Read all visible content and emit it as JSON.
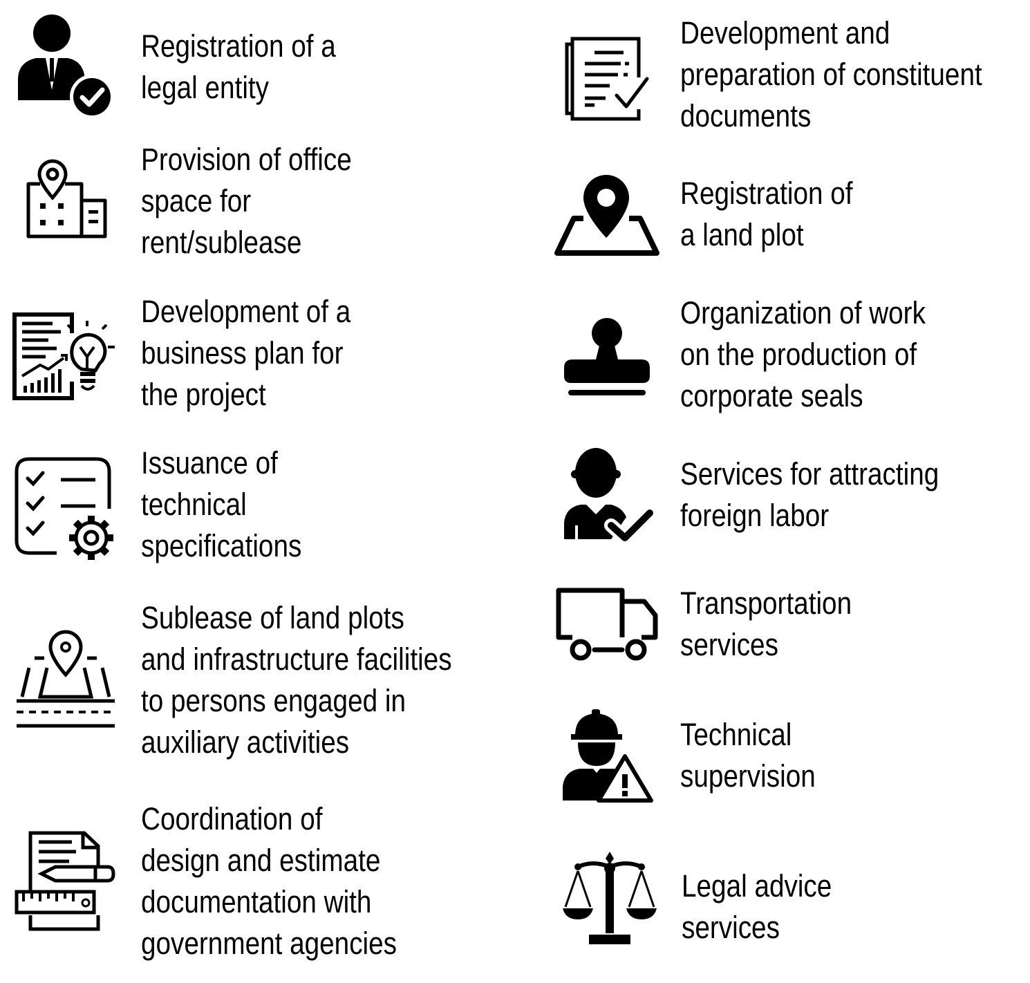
{
  "services": {
    "left": [
      {
        "icon": "person-checkmark-icon",
        "lines": [
          "Registration of a",
          "legal entity"
        ]
      },
      {
        "icon": "office-building-location-icon",
        "lines": [
          "Provision of office",
          "space for",
          "rent/sublease"
        ]
      },
      {
        "icon": "business-plan-lightbulb-icon",
        "lines": [
          "Development of a",
          "business plan for",
          "the project"
        ]
      },
      {
        "icon": "checklist-gear-icon",
        "lines": [
          "Issuance of",
          "technical",
          "specifications"
        ]
      },
      {
        "icon": "land-plot-road-icon",
        "lines": [
          "Sublease of land plots",
          "and infrastructure facilities",
          "to persons engaged in",
          "auxiliary activities"
        ]
      },
      {
        "icon": "document-pencil-ruler-icon",
        "lines": [
          "Coordination of",
          "design and estimate",
          "documentation with",
          "government agencies"
        ]
      }
    ],
    "right": [
      {
        "icon": "document-checkmark-icon",
        "lines": [
          "Development and",
          "preparation of constituent",
          "documents"
        ]
      },
      {
        "icon": "map-pin-icon",
        "lines": [
          "Registration of",
          "a land plot"
        ]
      },
      {
        "icon": "stamp-icon",
        "lines": [
          "Organization of work",
          "on the production of",
          "corporate seals"
        ]
      },
      {
        "icon": "worker-checkmark-icon",
        "lines": [
          "Services for attracting",
          "foreign labor"
        ]
      },
      {
        "icon": "truck-icon",
        "lines": [
          "Transportation",
          "services"
        ]
      },
      {
        "icon": "engineer-warning-icon",
        "lines": [
          "Technical",
          "supervision"
        ]
      },
      {
        "icon": "scales-of-justice-icon",
        "lines": [
          "Legal advice",
          "services"
        ]
      }
    ]
  }
}
